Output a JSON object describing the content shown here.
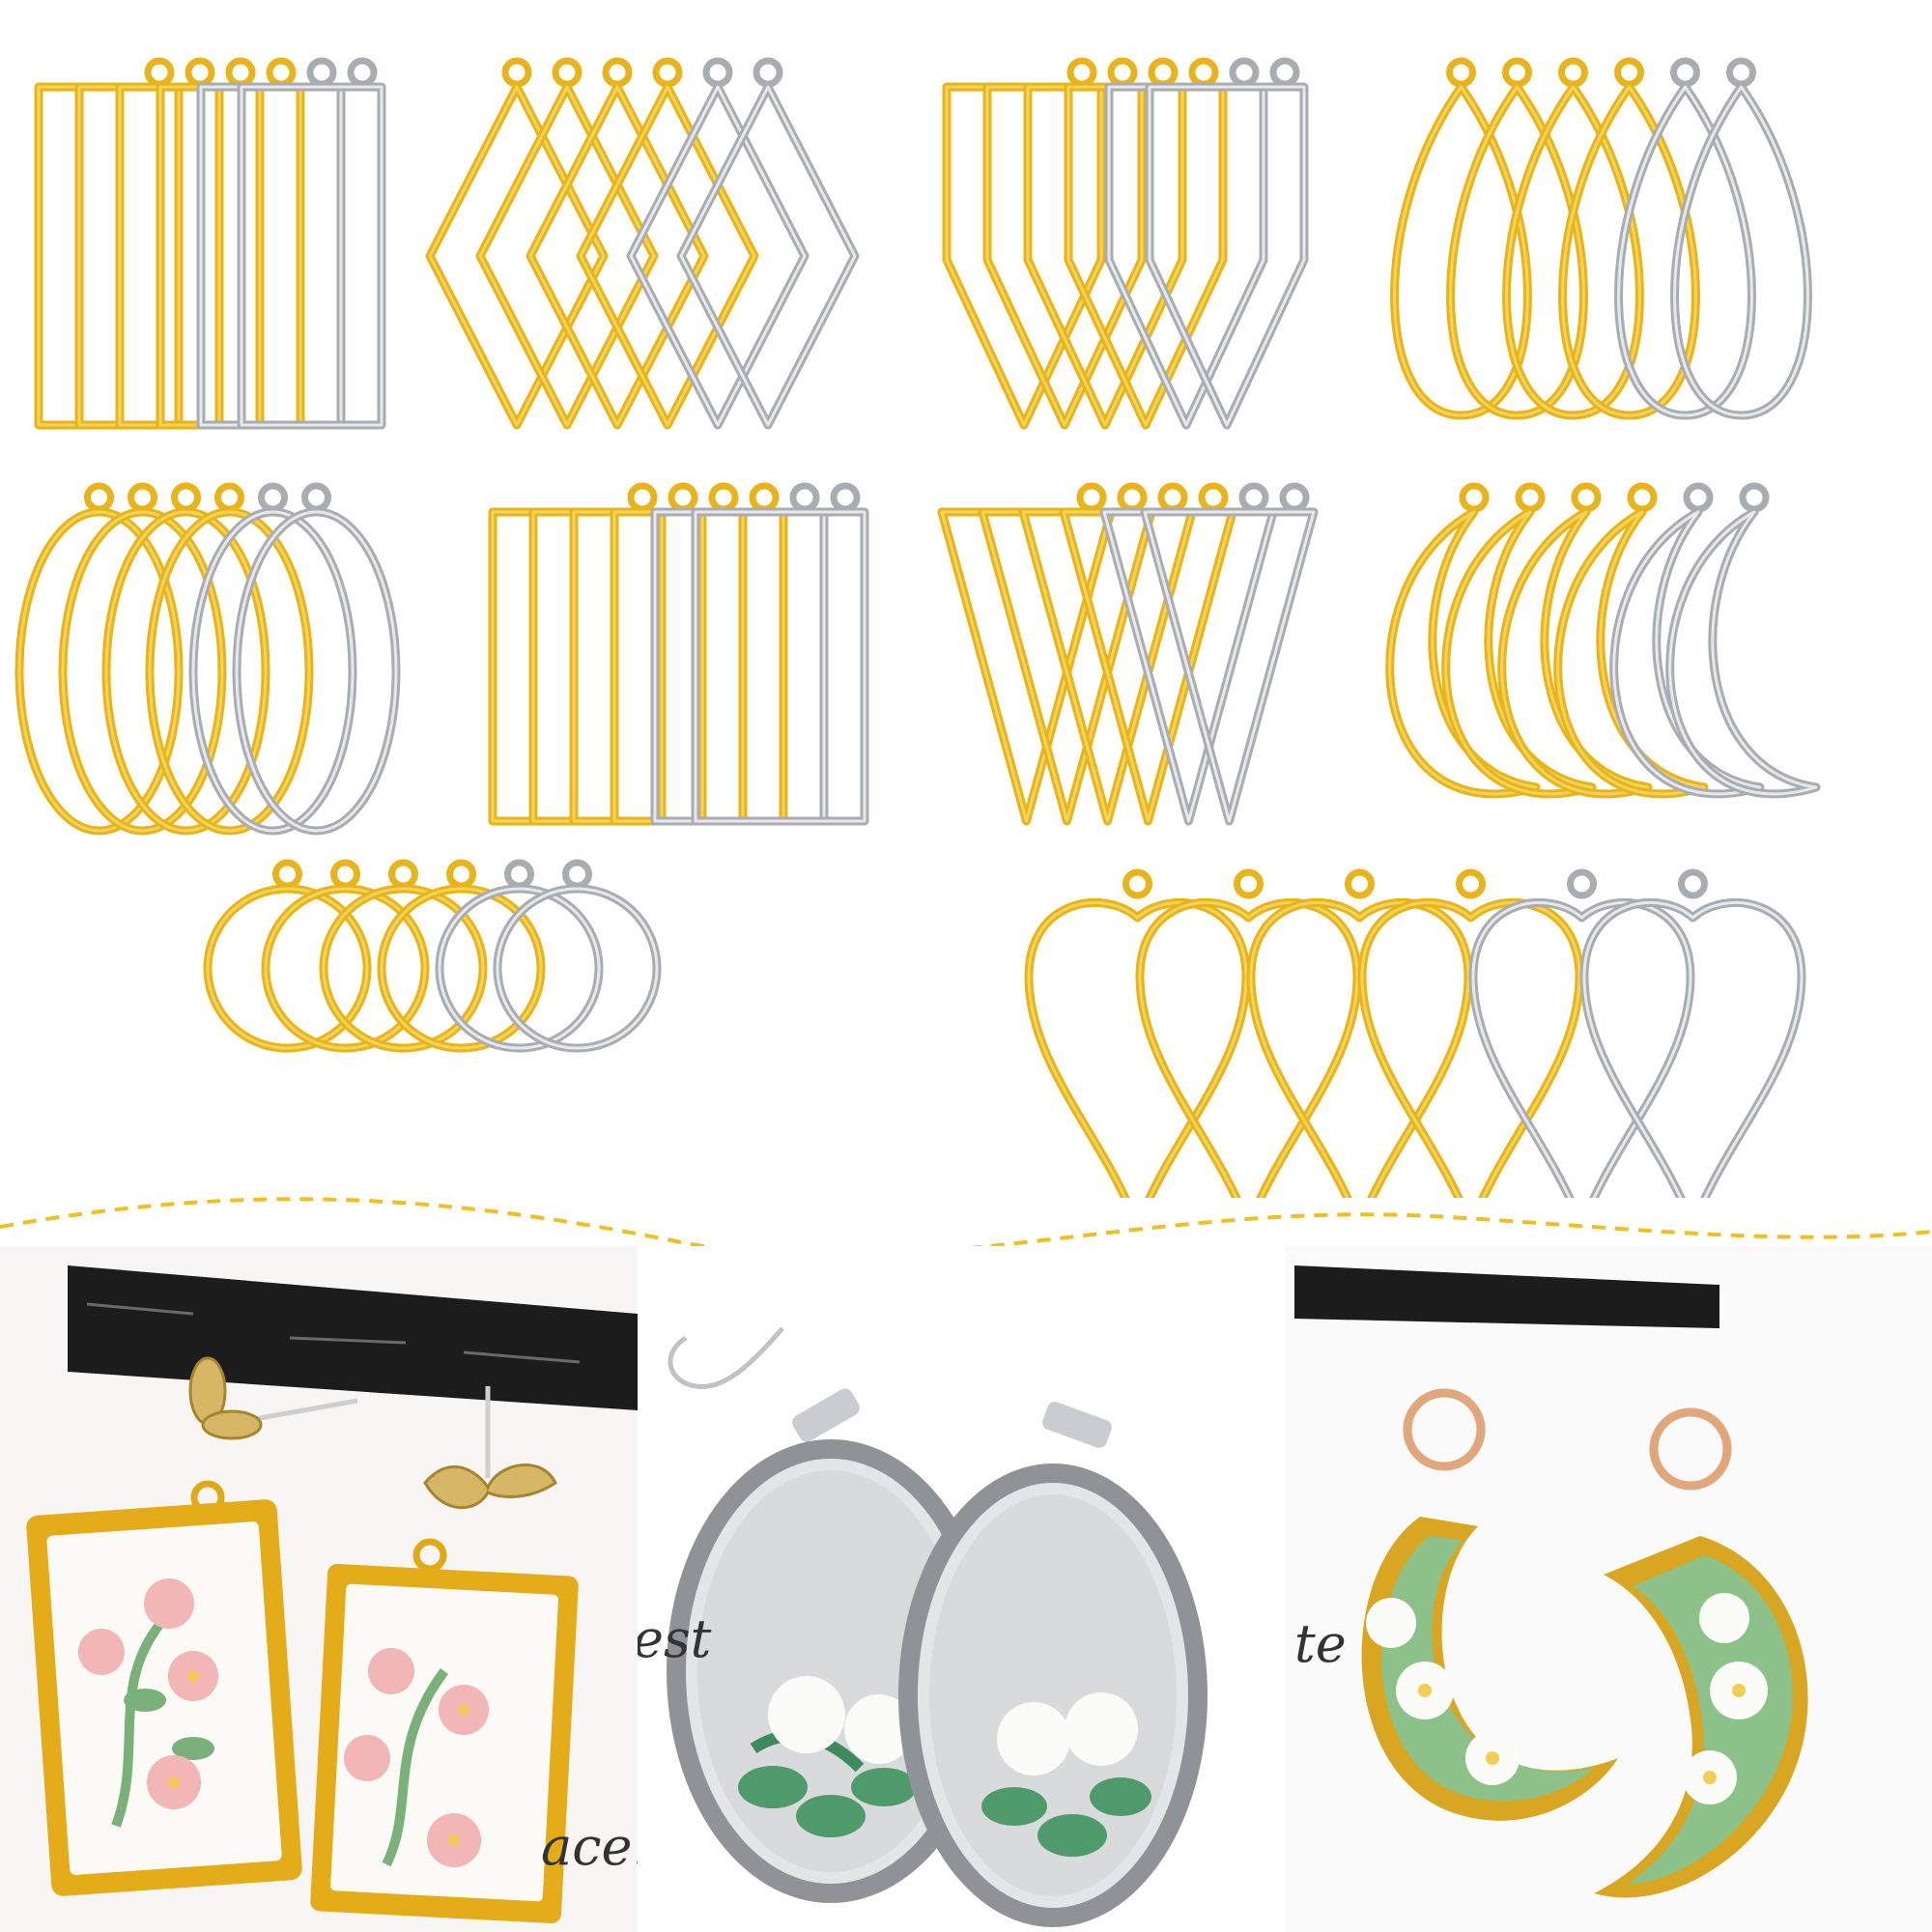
{
  "colors": {
    "gold": "#e8b41a",
    "gold_light": "#f6d45a",
    "silver": "#a9acb1",
    "silver_light": "#e7e8ea",
    "divider": "#f0c020",
    "pink": "#f2b6b6",
    "green_leaf": "#7ab07a",
    "clay_green": "#8cc18a",
    "white_clay": "#fbfbf8"
  },
  "frame_groups": [
    {
      "shape": "rectangle",
      "gold_count": 4,
      "silver_count": 2
    },
    {
      "shape": "rhombus",
      "gold_count": 4,
      "silver_count": 2
    },
    {
      "shape": "pentagon-shield",
      "gold_count": 4,
      "silver_count": 2
    },
    {
      "shape": "teardrop",
      "gold_count": 4,
      "silver_count": 2
    },
    {
      "shape": "oval",
      "gold_count": 4,
      "silver_count": 2
    },
    {
      "shape": "wide-rectangle",
      "gold_count": 4,
      "silver_count": 2
    },
    {
      "shape": "inverted-triangle",
      "gold_count": 4,
      "silver_count": 2
    },
    {
      "shape": "crescent-moon",
      "gold_count": 4,
      "silver_count": 2
    },
    {
      "shape": "circle",
      "gold_count": 4,
      "silver_count": 2
    },
    {
      "shape": "heart",
      "gold_count": 4,
      "silver_count": 2
    }
  ],
  "photos": {
    "left": {
      "text_fragment": "ace."
    },
    "middle": {
      "text_fragment": "est"
    },
    "right": {
      "text_fragment": "te"
    }
  }
}
